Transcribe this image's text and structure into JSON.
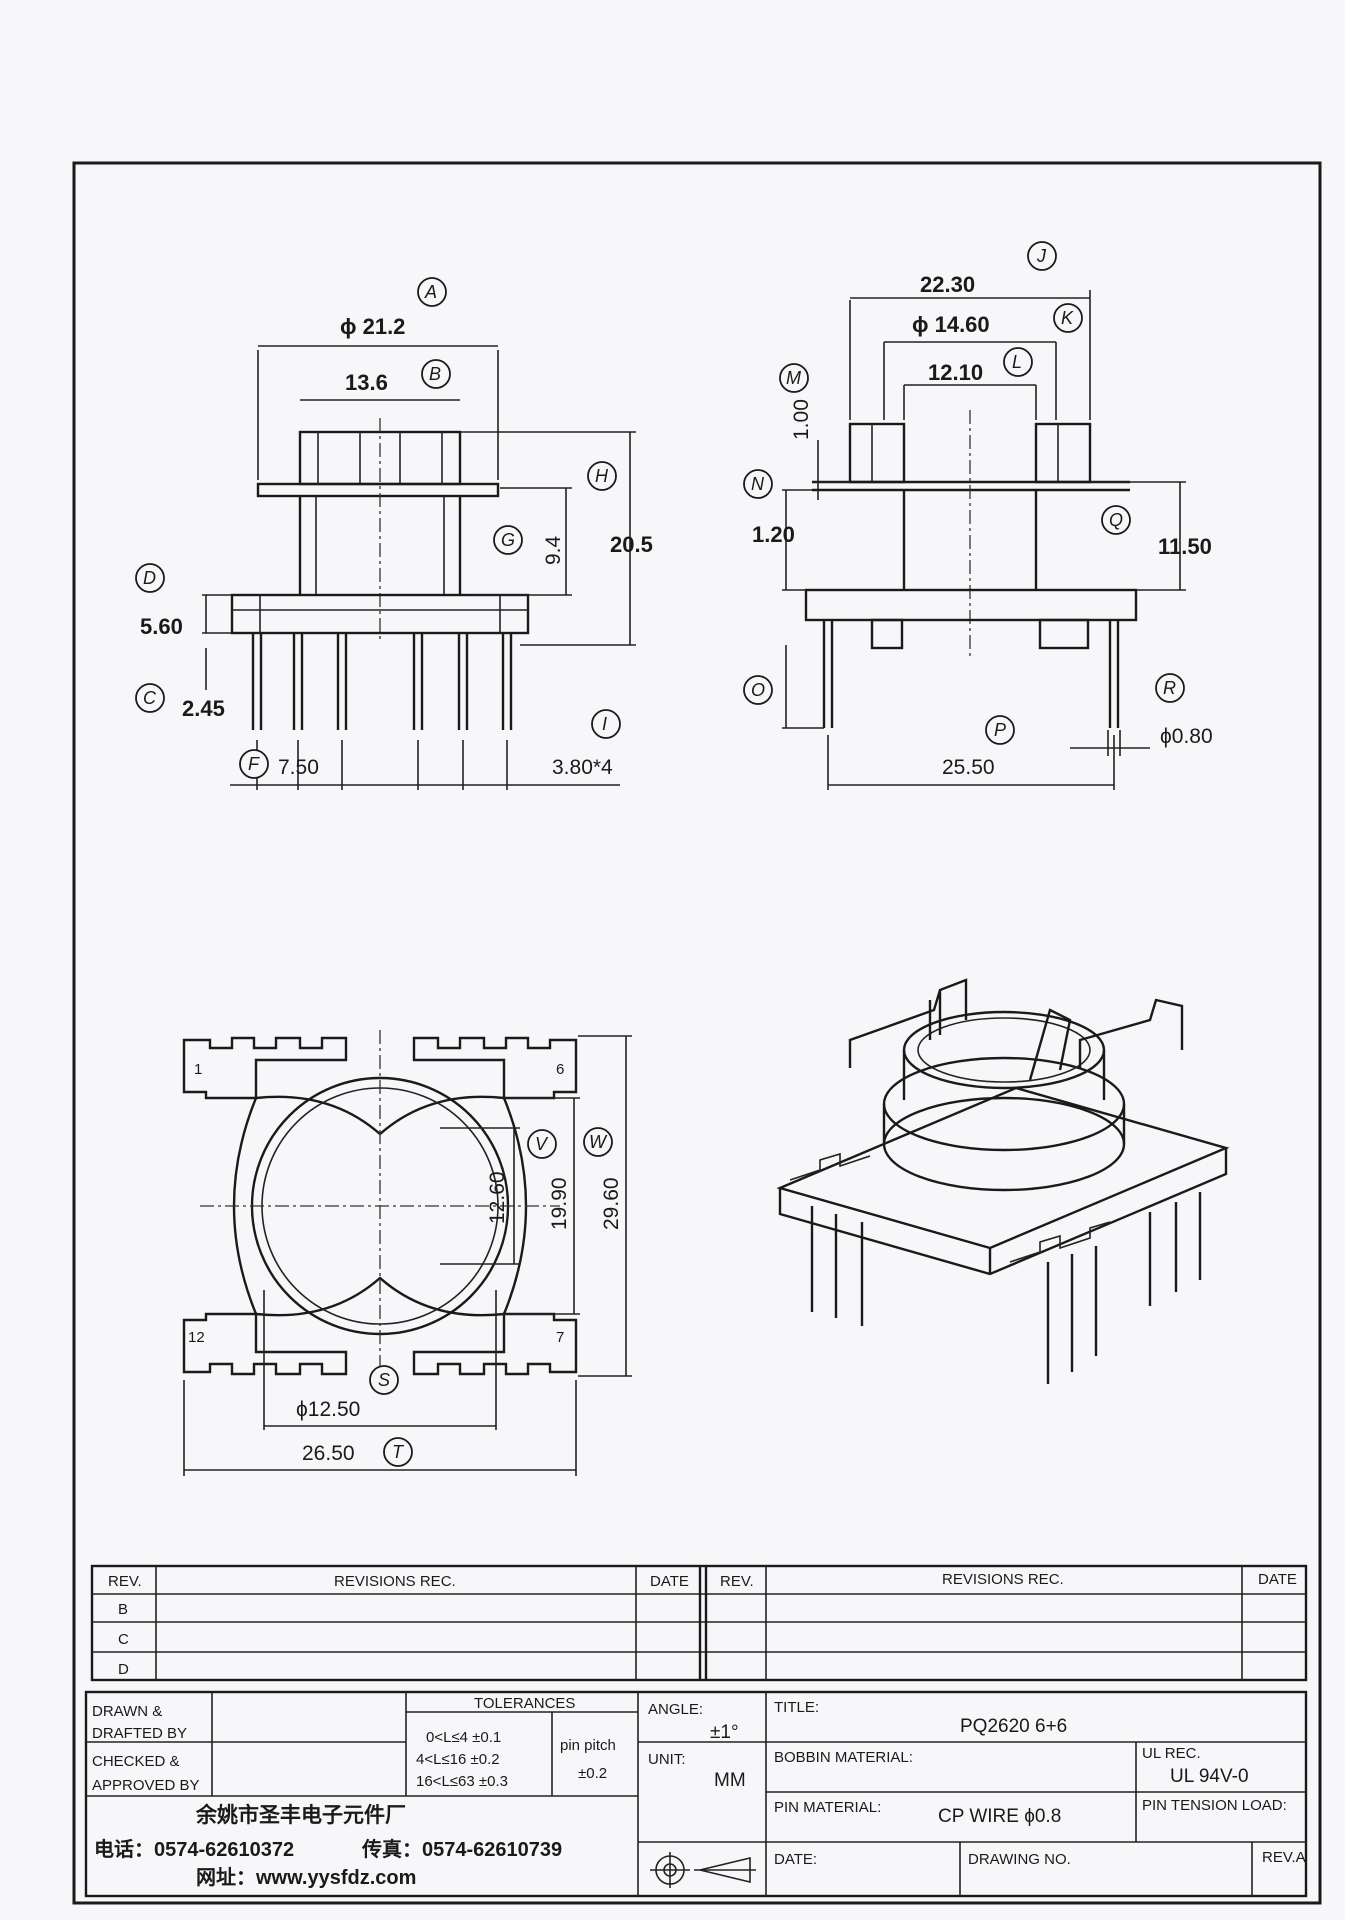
{
  "dimensions": {
    "front": {
      "A": "ϕ 21.2",
      "B": "13.6",
      "G": "9.4",
      "H": "20.5",
      "D": "5.60",
      "C": "2.45",
      "F": "7.50",
      "I": "3.80*4"
    },
    "side": {
      "J": "22.30",
      "K": "ϕ 14.60",
      "L": "12.10",
      "M": "1.00",
      "N": "1.20",
      "Q": "11.50",
      "P": "25.50",
      "R": "ϕ0.80"
    },
    "bottom": {
      "V": "12.60",
      "W": "19.90",
      "W2": "29.60",
      "S": "ϕ12.50",
      "T": "26.50"
    }
  },
  "callouts": [
    "A",
    "B",
    "C",
    "D",
    "F",
    "G",
    "H",
    "I",
    "J",
    "K",
    "L",
    "M",
    "N",
    "O",
    "P",
    "Q",
    "R",
    "S",
    "T",
    "V",
    "W"
  ],
  "pin_numbers": {
    "p1": "1",
    "p6": "6",
    "p7": "7",
    "p12": "12"
  },
  "revision_table": {
    "headers": {
      "rev": "REV.",
      "revisions": "REVISIONS  REC.",
      "date": "DATE"
    },
    "rows": [
      "B",
      "C",
      "D"
    ]
  },
  "title_block": {
    "drawn": [
      "DRAWN &",
      "DRAFTED BY"
    ],
    "checked": [
      "CHECKED &",
      "APPROVED BY"
    ],
    "tolerances_label": "TOLERANCES",
    "tolerances": [
      "0<L≤4  ±0.1",
      "4<L≤16  ±0.2",
      "16<L≤63  ±0.3"
    ],
    "pin_pitch_label": "pin pitch",
    "pin_pitch_value": "±0.2",
    "angle_label": "ANGLE:",
    "angle_value": "±1°",
    "unit_label": "UNIT:",
    "unit_value": "MM",
    "title_label": "TITLE:",
    "title_value": "PQ2620    6+6",
    "bobbin_label": "BOBBIN MATERIAL:",
    "ul_label": "UL REC.",
    "ul_value": "UL 94V-0",
    "pin_material_label": "PIN MATERIAL:",
    "pin_material_value": "CP WIRE ϕ0.8",
    "pin_tension_label": "PIN TENSION LOAD:",
    "date_label": "DATE:",
    "drawing_no_label": "DRAWING NO.",
    "rev_label": "REV.A"
  },
  "company": {
    "name": "余姚市圣丰电子元件厂",
    "phone": "电话：0574-62610372",
    "fax": "传真：0574-62610739",
    "web": "网址：www.yysfdz.com"
  }
}
